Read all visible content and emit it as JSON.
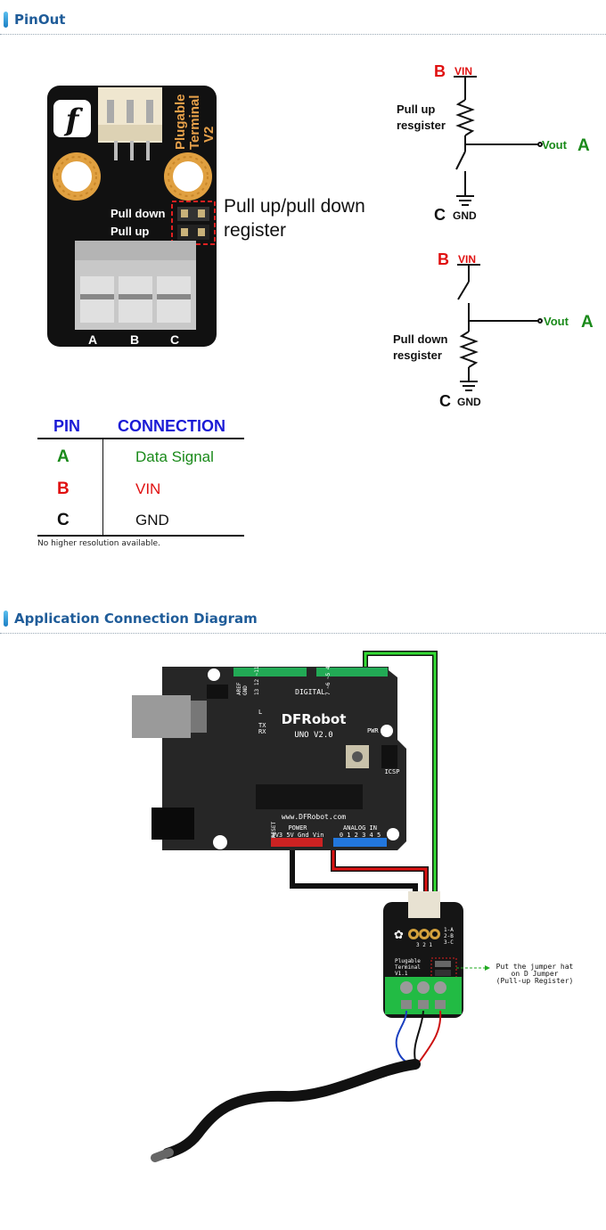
{
  "sections": {
    "pinout_title": "PinOut",
    "app_title": "Application Connection Diagram"
  },
  "board": {
    "row1": "Pull down",
    "row2": "Pull up",
    "title1": "Plugable",
    "title2": "Terminal",
    "title3": "V2",
    "terminals": [
      "A",
      "B",
      "C"
    ],
    "callout_line1": "Pull up/pull down",
    "callout_line2": "register"
  },
  "schematic_pullup": {
    "b": "B",
    "vin": "VIN",
    "res1": "Pull up",
    "res2": "resgister",
    "vout": "Vout",
    "a": "A",
    "c": "C",
    "gnd": "GND"
  },
  "schematic_pulldown": {
    "b": "B",
    "vin": "VIN",
    "res1": "Pull down",
    "res2": "resgister",
    "vout": "Vout",
    "a": "A",
    "c": "C",
    "gnd": "GND"
  },
  "pin_table": {
    "header_pin": "PIN",
    "header_conn": "CONNECTION",
    "rows": [
      {
        "pin": "A",
        "conn": "Data Signal",
        "color": "#1a8a1a"
      },
      {
        "pin": "B",
        "conn": "VIN",
        "color": "#e01010"
      },
      {
        "pin": "C",
        "conn": "GND",
        "color": "#111111"
      }
    ],
    "note": "No higher resolution available."
  },
  "arduino": {
    "brand": "DFRobot",
    "model": "UNO V2.0",
    "url": "www.DFRobot.com",
    "digital": "DIGITAL",
    "power": "POWER",
    "analog": "ANALOG IN",
    "aref": "AREF",
    "gnd": "GND",
    "digital_pins": "13 12 ~11 ~10 ~9 8",
    "digital_pins2": "7 ~6 ~5 4 ~3 2 TX 1 RX 0",
    "power_pins": "3V3 5V Gnd Vin",
    "analog_pins": "0 1 2 3 4 5",
    "reset": "RESET",
    "l": "L",
    "tx": "TX",
    "rx": "RX",
    "pwr": "PWR",
    "icsp": "ICSP"
  },
  "module": {
    "pins": "3 2 1",
    "map1": "1-A",
    "map2": "2-B",
    "map3": "3-C",
    "name1": "Plugable",
    "name2": "Terminal",
    "ver": "V1.1",
    "note1": "Put the jumper hat",
    "note2": "on D Jumper",
    "note3": "(Pull-up Register)"
  },
  "colors": {
    "accent_blue": "#1f5c99",
    "board_black": "#111111",
    "pad_orange": "#e0a040",
    "wire_green": "#22cc22",
    "wire_red": "#dd1111",
    "arduino_board": "#262626",
    "header_green": "#22aa55",
    "header_red": "#cc2222",
    "header_blue": "#2277dd",
    "terminal_green": "#22bb44"
  }
}
